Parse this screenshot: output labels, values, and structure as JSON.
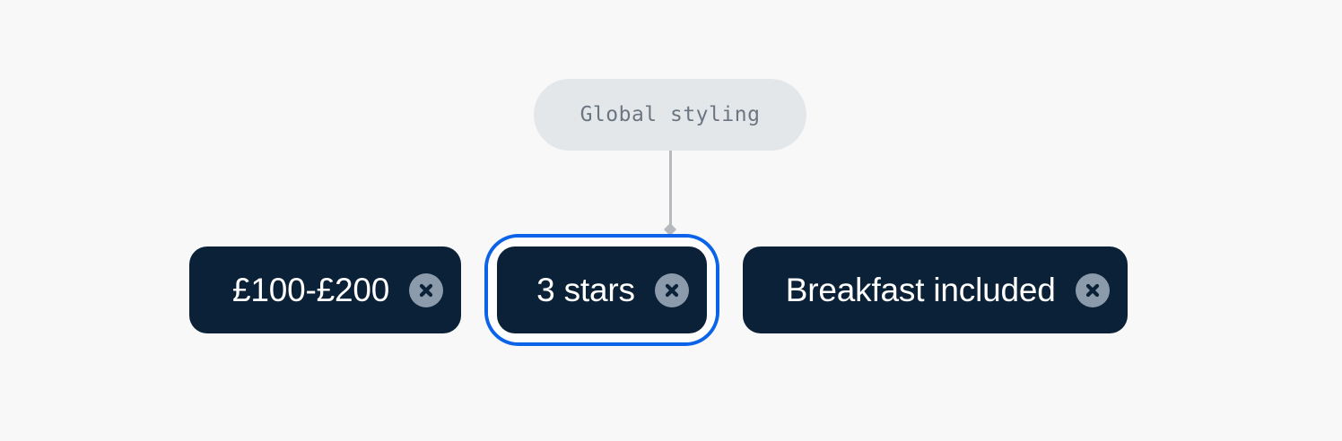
{
  "callout": {
    "label": "Global styling",
    "pill_color": "#e3e7ea",
    "text_color": "#6b7681"
  },
  "connector": {
    "line_color": "#b5b9bd",
    "marker": "diamond-marker"
  },
  "canvas": {
    "background_color": "#f8f8f9"
  },
  "chips": {
    "chip_background": "#0b2137",
    "chip_text_color": "#ffffff",
    "remove_circle_color": "#8c9bab",
    "remove_glyph_color": "#0b2137",
    "focus_ring_color": "#0b63e8",
    "focus_gap_color": "#ffffff",
    "items": [
      {
        "label": "£100-£200",
        "remove_label": "Remove £100-£200 filter",
        "focused": false
      },
      {
        "label": "3 stars",
        "remove_label": "Remove 3 stars filter",
        "focused": true
      },
      {
        "label": "Breakfast included",
        "remove_label": "Remove Breakfast included filter",
        "focused": false
      }
    ]
  }
}
